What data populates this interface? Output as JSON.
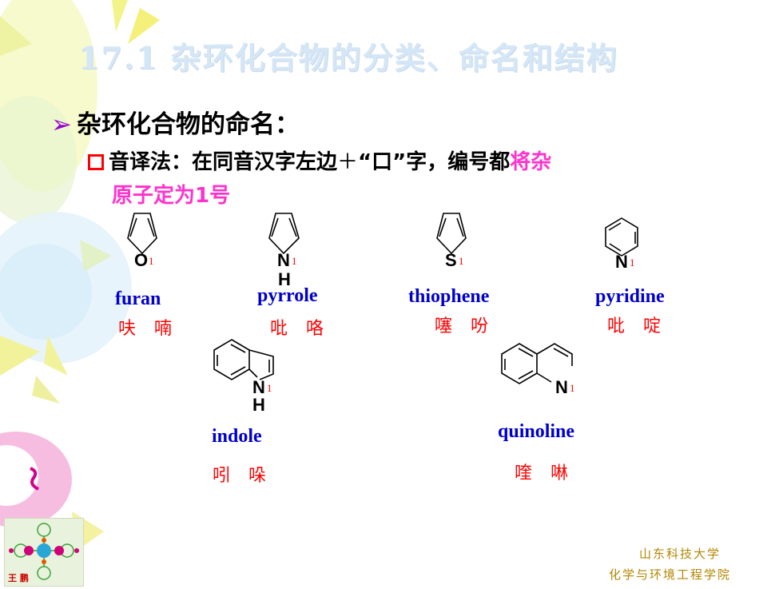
{
  "title": "17.1 杂环化合物的分类、命名和结构",
  "bullet_main": "杂环化合物的命名：",
  "rule": {
    "text_a": "音译法：在同音汉字左边",
    "plus": "＋",
    "text_b": "“口”字，编号都",
    "text_highlight_1": "将杂",
    "text_highlight_2": "原子定为1号"
  },
  "compounds": [
    {
      "english": "furan",
      "chinese": "呋 喃",
      "atom": "O",
      "atom2": "",
      "number": "1"
    },
    {
      "english": "pyrrole",
      "chinese": "吡 咯",
      "atom": "N",
      "atom2": "H",
      "number": "1"
    },
    {
      "english": "thiophene",
      "chinese": "噻 吩",
      "atom": "S",
      "atom2": "",
      "number": "1"
    },
    {
      "english": "pyridine",
      "chinese": "吡 啶",
      "atom": "N",
      "atom2": "",
      "number": "1"
    },
    {
      "english": "indole",
      "chinese": "吲 哚",
      "atom": "N",
      "atom2": "H",
      "number": "1"
    },
    {
      "english": "quinoline",
      "chinese": "喹 啉",
      "atom": "N",
      "atom2": "",
      "number": "1"
    }
  ],
  "footer": {
    "university": "山东科技大学",
    "college": "化学与环境工程学院"
  },
  "author_tile": {
    "name": "王 鹏"
  },
  "colors": {
    "title": "#d5e6f6",
    "highlight": "#ff33cc",
    "english": "#0000cc",
    "chinese": "#ff0000",
    "arrow": "#9900cc"
  }
}
